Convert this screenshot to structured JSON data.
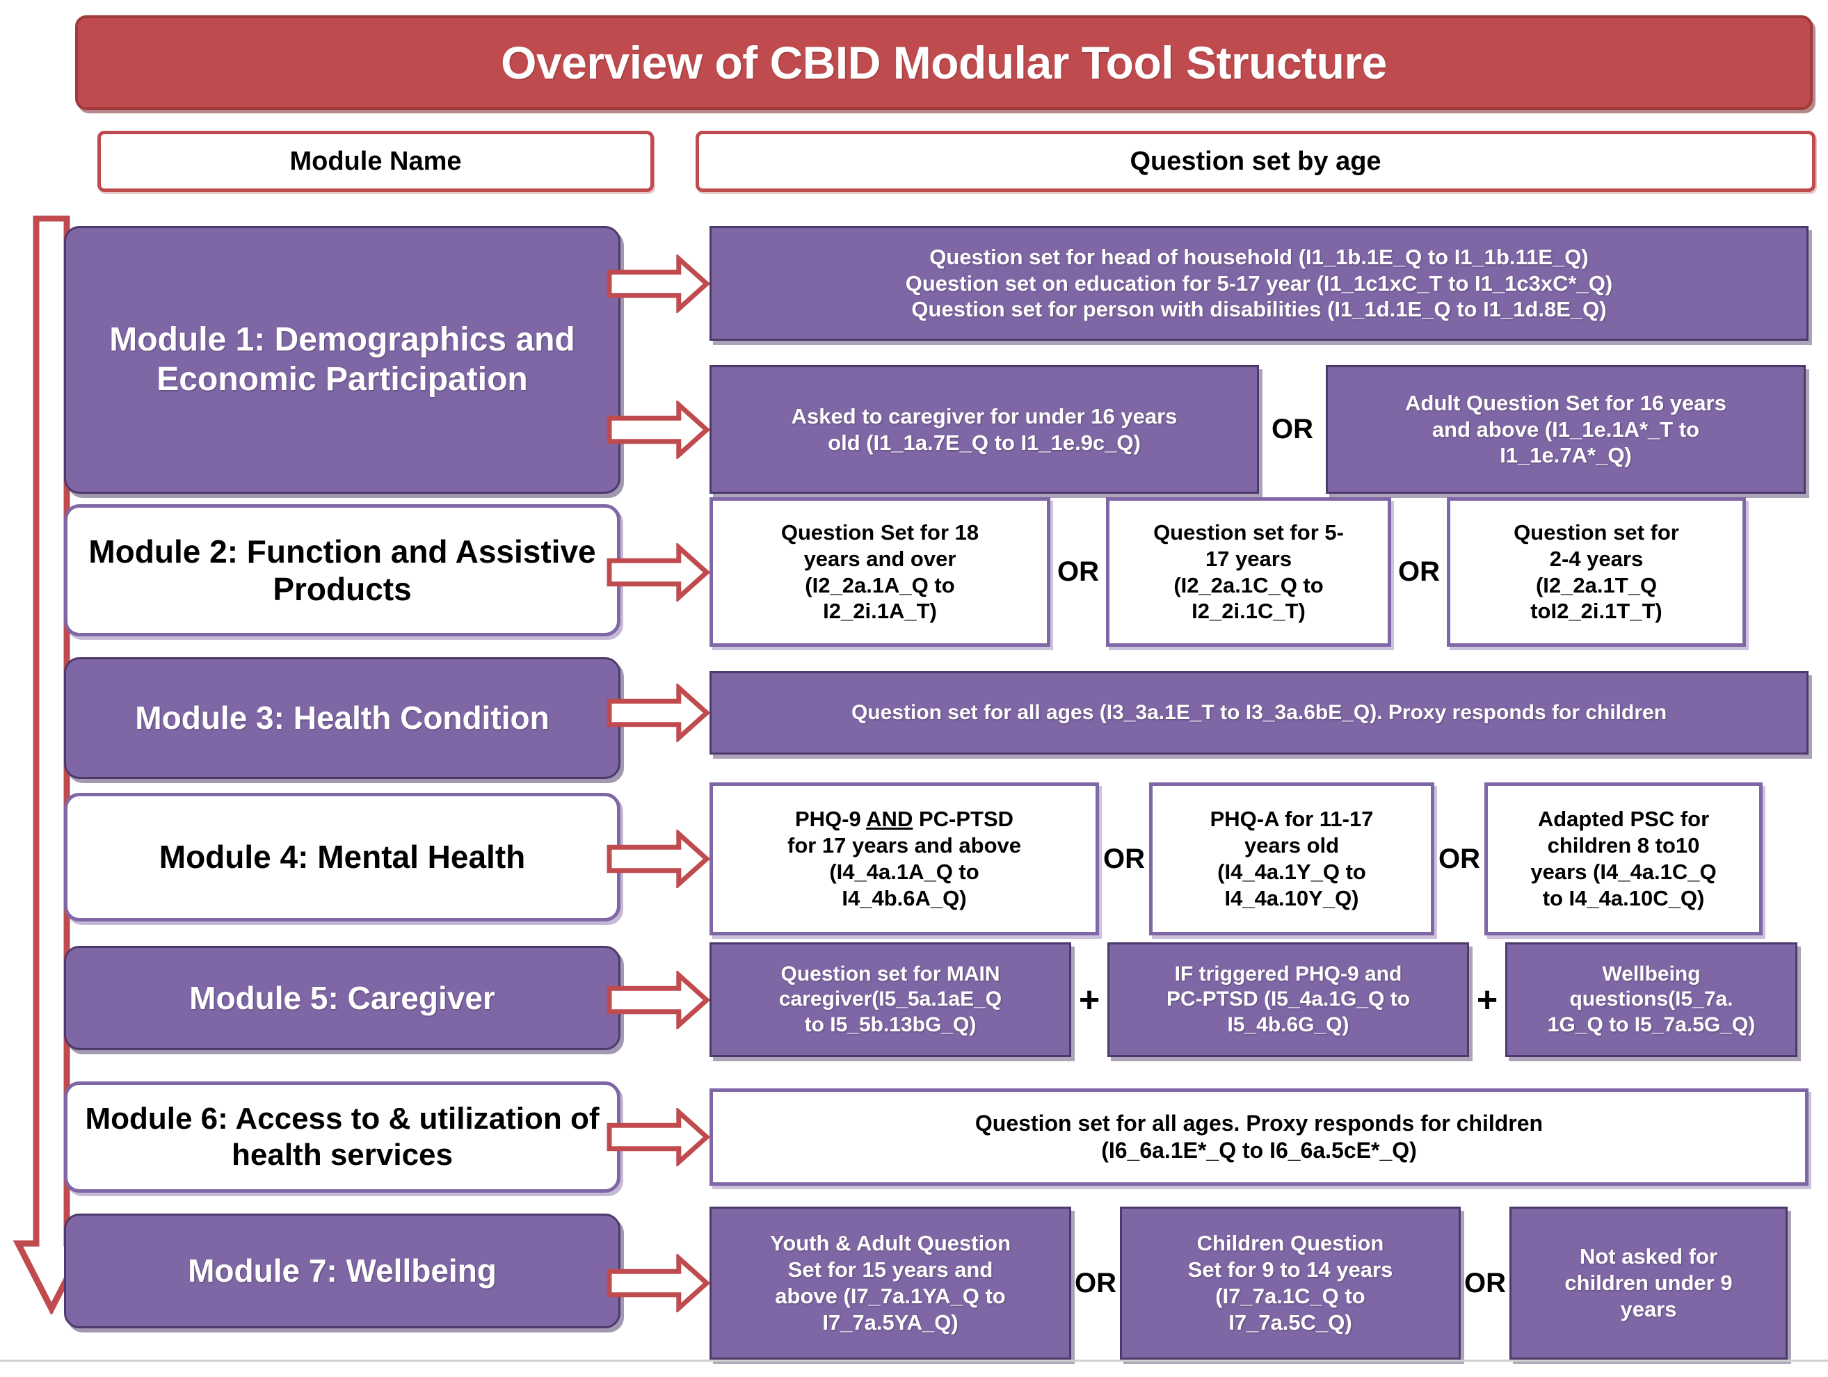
{
  "title": "Overview of CBID Modular Tool Structure",
  "headers": {
    "module_name": "Module Name",
    "question_set": "Question set by age"
  },
  "separators": {
    "or": "OR",
    "plus": "+"
  },
  "colors": {
    "title_red": "#c04b4e",
    "arrow_red": "#c04b4e",
    "module_purple": "#7f66a5",
    "purple_border": "#4c3a6b",
    "white": "#ffffff",
    "black": "#000000"
  },
  "modules": [
    {
      "name": "Module 1: Demographics and Economic Participation",
      "style": "filled",
      "rows": [
        {
          "boxes": [
            {
              "style": "filled",
              "lines": [
                "Question set for head of household (I1_1b.1E_Q to I1_1b.11E_Q)",
                "Question set on education for 5-17 year (I1_1c1xC_T to I1_1c3xC*_Q)",
                "Question set for person with disabilities (I1_1d.1E_Q to I1_1d.8E_Q)"
              ]
            }
          ],
          "separators": []
        },
        {
          "boxes": [
            {
              "style": "filled",
              "lines": [
                "Asked to caregiver for under 16 years",
                "old (I1_1a.7E_Q to I1_1e.9c_Q)"
              ]
            },
            {
              "style": "filled",
              "lines": [
                "Adult Question Set for 16 years",
                "and above (I1_1e.1A*_T to",
                "I1_1e.7A*_Q)"
              ]
            }
          ],
          "separators": [
            "OR"
          ]
        }
      ]
    },
    {
      "name": "Module 2: Function and Assistive Products",
      "style": "plain",
      "rows": [
        {
          "boxes": [
            {
              "style": "plain",
              "lines": [
                "Question Set for 18",
                "years  and over",
                "(I2_2a.1A_Q to",
                "I2_2i.1A_T)"
              ]
            },
            {
              "style": "plain",
              "lines": [
                "Question set for 5-",
                "17 years",
                "(I2_2a.1C_Q to",
                "I2_2i.1C_T)"
              ]
            },
            {
              "style": "plain",
              "lines": [
                "Question set for",
                "2-4 years",
                "(I2_2a.1T_Q",
                "toI2_2i.1T_T)"
              ]
            }
          ],
          "separators": [
            "OR",
            "OR"
          ]
        }
      ]
    },
    {
      "name": "Module 3: Health Condition",
      "style": "filled",
      "rows": [
        {
          "boxes": [
            {
              "style": "filled",
              "lines": [
                "Question set for all ages (I3_3a.1E_T to I3_3a.6bE_Q). Proxy responds for children"
              ]
            }
          ],
          "separators": []
        }
      ]
    },
    {
      "name": "Module 4: Mental Health",
      "style": "plain",
      "rows": [
        {
          "boxes": [
            {
              "style": "plain",
              "lines": [
                "PHQ-9 AND PC-PTSD",
                "for 17 years and above",
                "(I4_4a.1A_Q to",
                "I4_4b.6A_Q)"
              ],
              "underline_word": "AND"
            },
            {
              "style": "plain",
              "lines": [
                "PHQ-A for 11-17",
                "years old",
                "(I4_4a.1Y_Q to",
                "I4_4a.10Y_Q)"
              ]
            },
            {
              "style": "plain",
              "lines": [
                "Adapted PSC for",
                "children 8 to10",
                "years (I4_4a.1C_Q",
                "to I4_4a.10C_Q)"
              ]
            }
          ],
          "separators": [
            "OR",
            "OR"
          ]
        }
      ]
    },
    {
      "name": "Module 5: Caregiver",
      "style": "filled",
      "rows": [
        {
          "boxes": [
            {
              "style": "filled",
              "lines": [
                "Question set for MAIN",
                "caregiver(I5_5a.1aE_Q",
                "to I5_5b.13bG_Q)"
              ]
            },
            {
              "style": "filled",
              "lines": [
                "IF triggered PHQ-9 and",
                "PC-PTSD (I5_4a.1G_Q to",
                "I5_4b.6G_Q)"
              ]
            },
            {
              "style": "filled",
              "lines": [
                "Wellbeing",
                "questions(I5_7a.",
                "1G_Q to I5_7a.5G_Q)"
              ]
            }
          ],
          "separators": [
            "+",
            "+"
          ]
        }
      ]
    },
    {
      "name": "Module 6: Access to & utilization of health services",
      "style": "plain",
      "rows": [
        {
          "boxes": [
            {
              "style": "plain",
              "lines": [
                "Question set for all ages. Proxy responds for children",
                "(I6_6a.1E*_Q to I6_6a.5cE*_Q)"
              ]
            }
          ],
          "separators": []
        }
      ]
    },
    {
      "name": "Module 7: Wellbeing",
      "style": "filled",
      "rows": [
        {
          "boxes": [
            {
              "style": "filled",
              "lines": [
                "Youth & Adult Question",
                "Set for 15 years and",
                "above (I7_7a.1YA_Q to",
                "I7_7a.5YA_Q)"
              ]
            },
            {
              "style": "filled",
              "lines": [
                "Children Question",
                "Set for 9 to 14 years",
                "(I7_7a.1C_Q to",
                "I7_7a.5C_Q)"
              ]
            },
            {
              "style": "filled",
              "lines": [
                "Not asked for",
                "children under 9",
                "years"
              ]
            }
          ],
          "separators": [
            "OR",
            "OR"
          ]
        }
      ]
    }
  ]
}
